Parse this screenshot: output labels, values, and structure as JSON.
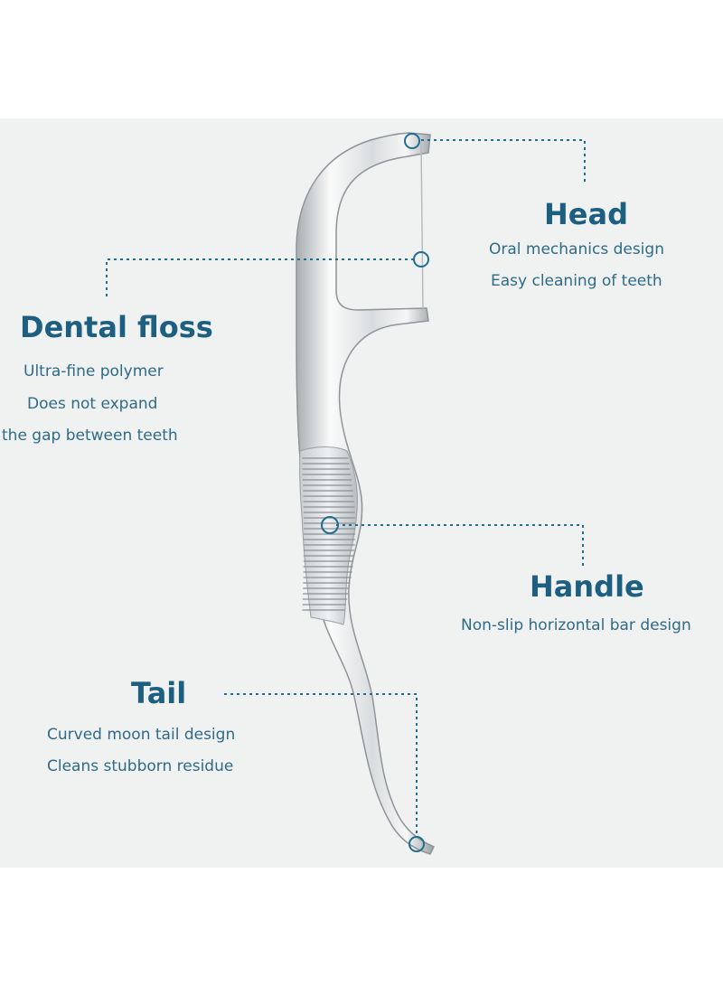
{
  "callouts": {
    "head": {
      "title": "Head",
      "lines": [
        "Oral mechanics design",
        "Easy cleaning of teeth"
      ]
    },
    "dental_floss": {
      "title": "Dental floss",
      "lines": [
        "Ultra-fine polymer",
        "Does not expand",
        "the gap between teeth"
      ]
    },
    "handle": {
      "title": "Handle",
      "lines": [
        "Non-slip horizontal bar design"
      ]
    },
    "tail": {
      "title": "Tail",
      "lines": [
        "Curved moon tail design",
        "Cleans stubborn residue"
      ]
    }
  },
  "colors": {
    "text_heading": "#1d5f80",
    "text_body": "#2f6b88",
    "leader_line": "#1f6e8f",
    "background_panel": "#f0f1f1",
    "metal_light": "#fdfdfd",
    "metal_mid": "#d4d7d9",
    "metal_dark": "#8e9499"
  }
}
